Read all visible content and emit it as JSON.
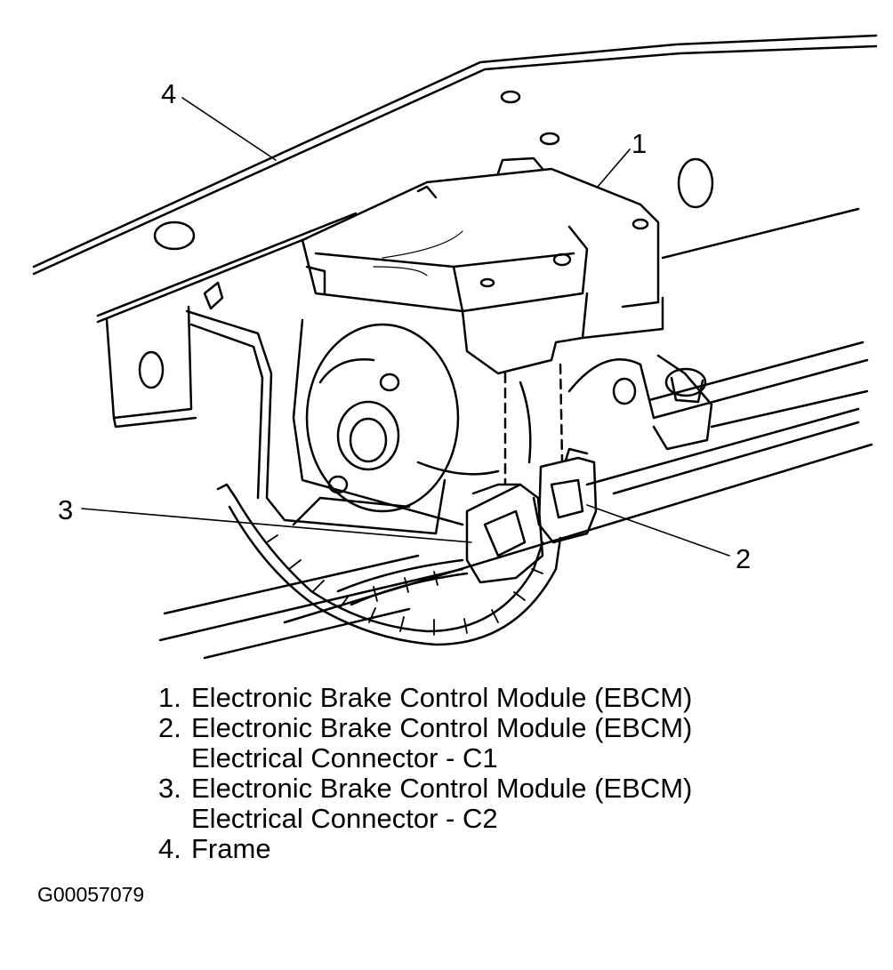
{
  "callouts": {
    "c1": "1",
    "c2": "2",
    "c3": "3",
    "c4": "4"
  },
  "legend": [
    {
      "num": "1.",
      "line1": "Electronic Brake Control Module (EBCM)",
      "line2": ""
    },
    {
      "num": "2.",
      "line1": "Electronic Brake Control Module (EBCM)",
      "line2": "Electrical Connector - C1"
    },
    {
      "num": "3.",
      "line1": "Electronic Brake Control Module (EBCM)",
      "line2": "Electrical Connector - C2"
    },
    {
      "num": "4.",
      "line1": "Frame",
      "line2": ""
    }
  ],
  "figure_id": "G00057079"
}
